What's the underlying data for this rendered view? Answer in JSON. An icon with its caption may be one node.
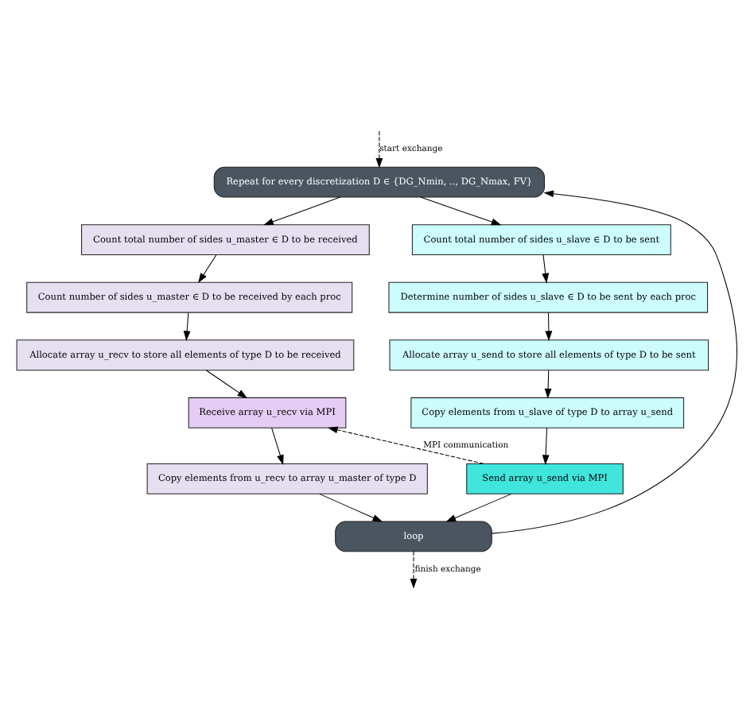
{
  "diagram": {
    "nodes": [
      {
        "text": [
          "Repeat for every discretization D ∈ {DG_Nmin, .., DG_Nmax, FV}"
        ]
      },
      {
        "text": [
          "Count total number of sides u_master ∈ D to be received"
        ]
      },
      {
        "text": [
          "Count number of sides u_master ∈ D to be received by each proc"
        ]
      },
      {
        "text": [
          "Allocate array u_recv to store all elements of type D to be received"
        ]
      },
      {
        "text": [
          "Receive array u_recv via MPI"
        ]
      },
      {
        "text": [
          "Copy elements from u_recv to array u_master of type D"
        ]
      },
      {
        "text": [
          "Count total number of sides u_slave ∈ D to be sent"
        ]
      },
      {
        "text": [
          "Determine number of sides u_slave ∈ D to be sent by each proc"
        ]
      },
      {
        "text": [
          "Allocate array u_send to store all elements of type D to be sent"
        ]
      },
      {
        "text": [
          "Copy elements from u_slave of type D to array u_send"
        ]
      },
      {
        "text": [
          "Send array u_send via MPI"
        ]
      },
      {
        "text": [
          "loop"
        ]
      }
    ],
    "edges": [
      {
        "from": null,
        "to": 0,
        "arrow": "to",
        "label": "start exchange",
        "style": "dashed"
      },
      {
        "from": 0,
        "to": 1,
        "arrow": "to"
      },
      {
        "from": 0,
        "to": 6,
        "arrow": "to"
      },
      {
        "from": 1,
        "to": 2,
        "arrow": "to"
      },
      {
        "from": 2,
        "to": 3,
        "arrow": "to"
      },
      {
        "from": 3,
        "to": 4,
        "arrow": "to"
      },
      {
        "from": 4,
        "to": 5,
        "arrow": "to"
      },
      {
        "from": 6,
        "to": 7,
        "arrow": "to"
      },
      {
        "from": 7,
        "to": 8,
        "arrow": "to"
      },
      {
        "from": 8,
        "to": 9,
        "arrow": "to"
      },
      {
        "from": 9,
        "to": 10,
        "arrow": "to"
      },
      {
        "from": 10,
        "to": 4,
        "arrow": "to",
        "label": "MPI communication",
        "style": "dashed"
      },
      {
        "from": 5,
        "to": 11,
        "arrow": "to"
      },
      {
        "from": 10,
        "to": 11,
        "arrow": "to"
      },
      {
        "from": 11,
        "to": 0,
        "arrow": "to"
      },
      {
        "from": 11,
        "to": null,
        "arrow": "to",
        "label": "finish exchange",
        "style": "dashed"
      }
    ]
  }
}
